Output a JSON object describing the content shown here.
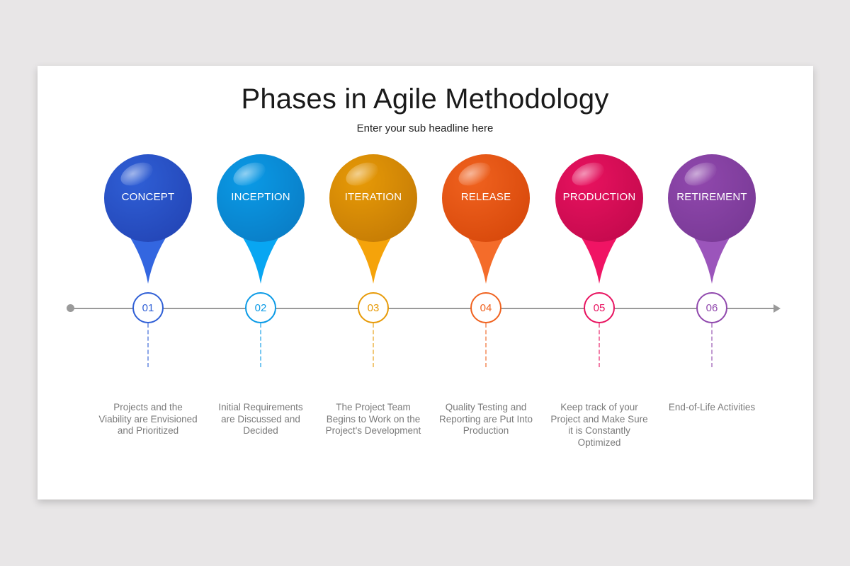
{
  "slide": {
    "title": "Phases in Agile Methodology",
    "subtitle": "Enter your sub headline here"
  },
  "timeline": {
    "line_color": "#9a9a9a",
    "start_marker": "dot",
    "end_marker": "arrow"
  },
  "phases": [
    {
      "label": "CONCEPT",
      "number": "01",
      "description": "Projects and the Viability are Envisioned and Prioritized",
      "color": "#2f5fd6",
      "color_dark": "#2447b8",
      "color_tail": "#3366e0"
    },
    {
      "label": "INCEPTION",
      "number": "02",
      "description": "Initial Requirements are Discussed and Decided",
      "color": "#0a9ae6",
      "color_dark": "#0a7fc8",
      "color_tail": "#08a6f2"
    },
    {
      "label": "ITERATION",
      "number": "03",
      "description": "The Project Team Begins to Work on the Project's Development",
      "color": "#e79a07",
      "color_dark": "#c77d05",
      "color_tail": "#f5a30a"
    },
    {
      "label": "RELEASE",
      "number": "04",
      "description": "Quality Testing and Reporting are Put Into Production",
      "color": "#f0621f",
      "color_dark": "#d94a0c",
      "color_tail": "#f46c2a"
    },
    {
      "label": "PRODUCTION",
      "number": "05",
      "description": "Keep track of your Project and Make Sure it is Constantly Optimized",
      "color": "#e8125f",
      "color_dark": "#c60a4e",
      "color_tail": "#f01464"
    },
    {
      "label": "RETIREMENT",
      "number": "06",
      "description": "End-of-Life Activities",
      "color": "#9048ad",
      "color_dark": "#7a3a97",
      "color_tail": "#9b55bb"
    }
  ]
}
